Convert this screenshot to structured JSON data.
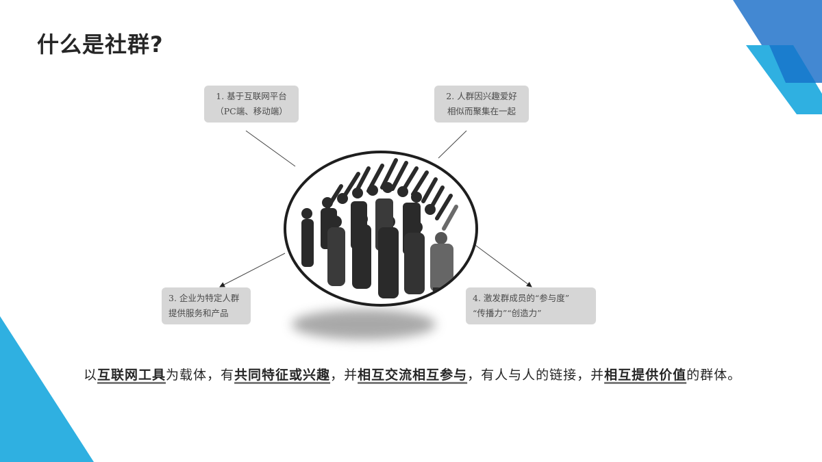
{
  "slide": {
    "title": "什么是社群?",
    "colors": {
      "accent_dark_blue": "#4388d2",
      "accent_light_blue": "#2fb0e1",
      "overlap_blue": "#1a7dce",
      "callout_bg": "#d6d6d6",
      "text": "#262626"
    }
  },
  "diagram": {
    "center_image": "crowd-raising-hands-photo",
    "callouts": [
      {
        "number": "1",
        "lines": [
          "1. 基于互联网平台",
          "（PC端、移动端）"
        ]
      },
      {
        "number": "2",
        "lines": [
          "2. 人群因兴趣爱好",
          "相似而聚集在一起"
        ]
      },
      {
        "number": "3",
        "lines": [
          "3. 企业为特定人群",
          "提供服务和产品"
        ]
      },
      {
        "number": "4",
        "lines": [
          "4. 激发群成员的“参与度”",
          "“传播力”“创造力”"
        ]
      }
    ]
  },
  "definition": {
    "segments": [
      {
        "text": "以",
        "emphasis": false
      },
      {
        "text": "互联网工具",
        "emphasis": true
      },
      {
        "text": "为载体，有",
        "emphasis": false
      },
      {
        "text": "共同特征或兴趣",
        "emphasis": true
      },
      {
        "text": "，并",
        "emphasis": false
      },
      {
        "text": "相互交流相互参与",
        "emphasis": true
      },
      {
        "text": "，有人与人的链接，并",
        "emphasis": false
      },
      {
        "text": "相互提供价值",
        "emphasis": true
      },
      {
        "text": "的群体。",
        "emphasis": false
      }
    ]
  }
}
